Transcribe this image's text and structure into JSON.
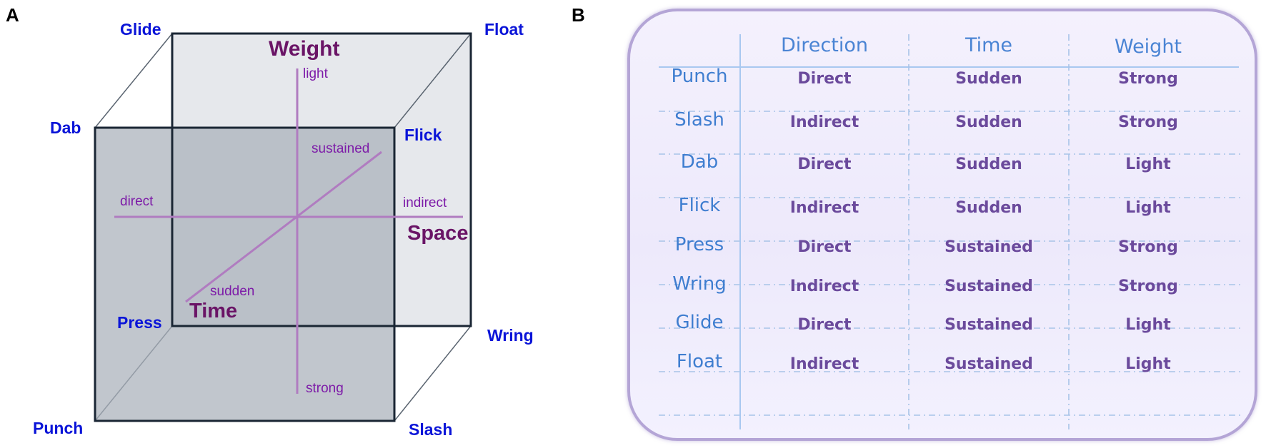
{
  "panels": {
    "a": "A",
    "b": "B"
  },
  "colors": {
    "corner_label": "#0a14d8",
    "axis_title": "#6a1466",
    "axis_line": "#b07cc0",
    "axis_end": "#7d1ba8",
    "front_face": "#a9b0ba",
    "back_face": "#e6e8ec",
    "table_header": "#4a84d4",
    "table_value": "#6b4a9c"
  },
  "cube": {
    "corners": {
      "glide": "Glide",
      "float": "Float",
      "dab": "Dab",
      "flick": "Flick",
      "press": "Press",
      "wring": "Wring",
      "punch": "Punch",
      "slash": "Slash"
    },
    "axes": {
      "weight": {
        "title": "Weight",
        "top": "light",
        "bottom": "strong"
      },
      "space": {
        "title": "Space",
        "left": "direct",
        "right": "indirect"
      },
      "time": {
        "title": "Time",
        "back": "sustained",
        "front": "sudden"
      }
    }
  },
  "table": {
    "columns": [
      "Direction",
      "Time",
      "Weight"
    ],
    "rows": [
      {
        "name": "Punch",
        "direction": "Direct",
        "time": "Sudden",
        "weight": "Strong"
      },
      {
        "name": "Slash",
        "direction": "Indirect",
        "time": "Sudden",
        "weight": "Strong"
      },
      {
        "name": "Dab",
        "direction": "Direct",
        "time": "Sudden",
        "weight": "Light"
      },
      {
        "name": "Flick",
        "direction": "Indirect",
        "time": "Sudden",
        "weight": "Light"
      },
      {
        "name": "Press",
        "direction": "Direct",
        "time": "Sustained",
        "weight": "Strong"
      },
      {
        "name": "Wring",
        "direction": "Indirect",
        "time": "Sustained",
        "weight": "Strong"
      },
      {
        "name": "Glide",
        "direction": "Direct",
        "time": "Sustained",
        "weight": "Light"
      },
      {
        "name": "Float",
        "direction": "Indirect",
        "time": "Sustained",
        "weight": "Light"
      }
    ]
  }
}
